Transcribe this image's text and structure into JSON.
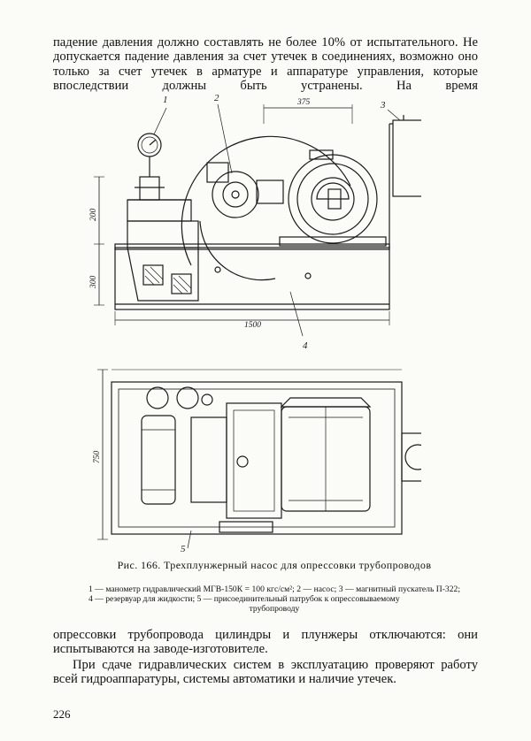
{
  "text_top": "падение давления должно составлять не более 10% от испытательного. Не допускается падение давления за счет утечек в соединениях, возможно оно только за счет утечек в арматуре и аппаратуре управления, которые впоследствии должны быть устранены. На время",
  "figure": {
    "callouts": [
      "1",
      "2",
      "3",
      "4",
      "5"
    ],
    "dimensions": {
      "d375": "375",
      "d200": "200",
      "d300": "300",
      "d1500": "1500",
      "d750": "750"
    }
  },
  "caption": {
    "title": "Рис. 166. Трехплунжерный насос для опрессовки трубопроводов",
    "legend_main": "1 — манометр гидравлический МГВ-150К = 100 кгс/см²; 2 — насос; 3 — магнитный пускатель П-322; 4 — резервуар для жидкости; 5 — присоединительный патрубок к опрессовываемому",
    "legend_last": "трубопроводу"
  },
  "text_bottom_1": "опрессовки трубопровода цилиндры и плунжеры отключаются: они испытываются на заводе-изготовителе.",
  "text_bottom_2": "При сдаче гидравлических систем в эксплуатацию проверяют работу всей гидроаппаратуры, системы автоматики и наличие утечек.",
  "page_number": "226"
}
